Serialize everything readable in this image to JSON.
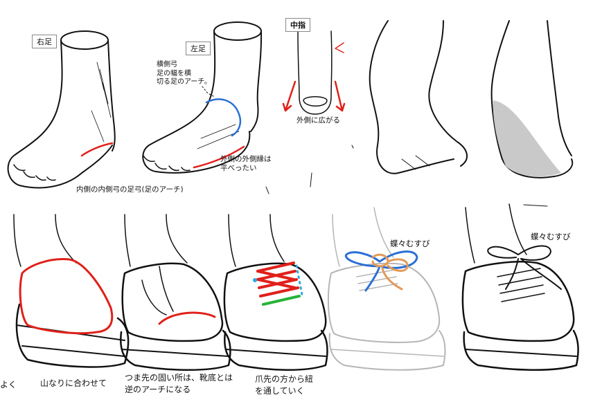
{
  "top_labels": {
    "right_foot": "右足",
    "left_foot": "左足",
    "middle_toe": "中指",
    "transverse_arch": "横側弓\n足の幅を横\n切る足のアーチ。",
    "outer_edge": "外側の外側縁は\n平べったい",
    "medial_arch": "内側の内側弓の足弓(足のアーチ)",
    "spread_outward": "外側に広がる"
  },
  "bottom_labels": {
    "partial_left": "よく",
    "step1": "山なりに合わせて",
    "step2": "つま先の固い所は、靴底とは\n逆のアーチになる",
    "step3": "爪先の方から紐\nを通していく",
    "bow_knot_a": "蝶々むすび",
    "bow_knot_b": "蝶々むすび"
  },
  "colors": {
    "line": "#111111",
    "red": "#e0201a",
    "blue": "#2a6fd6",
    "green": "#27b33a",
    "orange": "#e39a57",
    "cyan": "#2aa8e0",
    "gray": "#c9c9c9",
    "faded": "#b5b5b5"
  }
}
